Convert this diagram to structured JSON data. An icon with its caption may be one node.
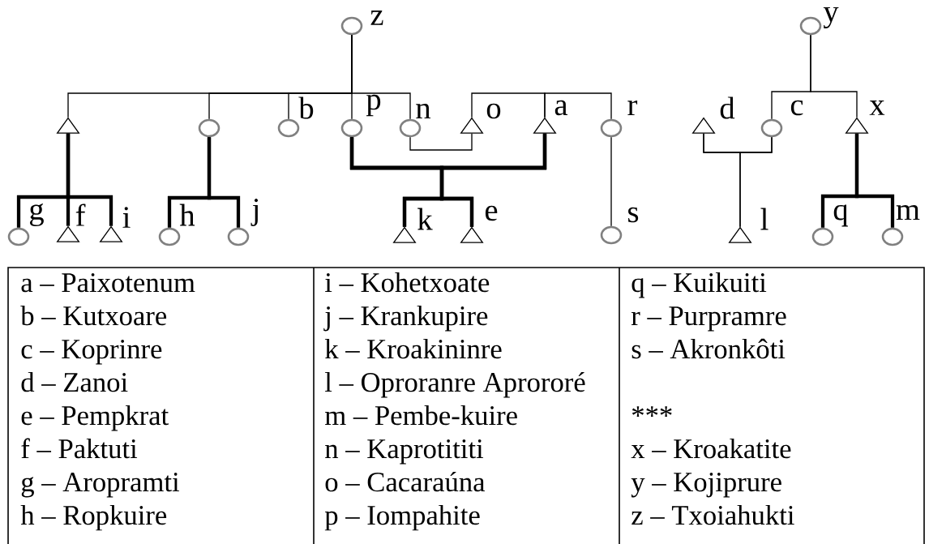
{
  "diagram": {
    "nodes": [
      {
        "text": [],
        "shape": "circle",
        "beside": [
          "z"
        ]
      },
      {
        "text": [],
        "shape": "circle",
        "beside": [
          "y"
        ]
      },
      {
        "text": [],
        "shape": "triangle"
      },
      {
        "text": [],
        "shape": "circle"
      },
      {
        "text": [],
        "shape": "circle",
        "beside": [
          "b"
        ]
      },
      {
        "text": [],
        "shape": "circle",
        "beside": [
          "p"
        ]
      },
      {
        "text": [],
        "shape": "circle",
        "beside": [
          "n"
        ]
      },
      {
        "text": [],
        "shape": "triangle",
        "beside": [
          "o"
        ]
      },
      {
        "text": [],
        "shape": "triangle",
        "beside": [
          "a"
        ]
      },
      {
        "text": [],
        "shape": "circle",
        "beside": [
          "r"
        ]
      },
      {
        "text": [],
        "shape": "triangle",
        "beside": [
          "d"
        ]
      },
      {
        "text": [],
        "shape": "circle",
        "beside": [
          "c"
        ]
      },
      {
        "text": [],
        "shape": "triangle",
        "beside": [
          "x"
        ]
      },
      {
        "text": [],
        "shape": "circle",
        "beside": [
          "g"
        ]
      },
      {
        "text": [],
        "shape": "triangle",
        "beside": [
          "f"
        ]
      },
      {
        "text": [],
        "shape": "triangle",
        "beside": [
          "i"
        ]
      },
      {
        "text": [],
        "shape": "circle",
        "beside": [
          "h"
        ]
      },
      {
        "text": [],
        "shape": "circle",
        "beside": [
          "j"
        ]
      },
      {
        "text": [],
        "shape": "triangle",
        "beside": [
          "k"
        ]
      },
      {
        "text": [],
        "shape": "triangle",
        "beside": [
          "e"
        ]
      },
      {
        "text": [],
        "shape": "circle",
        "beside": [
          "s"
        ]
      },
      {
        "text": [],
        "shape": "triangle",
        "beside": [
          "l"
        ]
      },
      {
        "text": [],
        "shape": "circle",
        "beside": [
          "q"
        ]
      },
      {
        "text": [],
        "shape": "circle",
        "beside": [
          "m"
        ]
      }
    ],
    "edges": [
      {
        "from": 0,
        "to": 2,
        "arrow": "none"
      },
      {
        "from": 0,
        "to": 3,
        "arrow": "none"
      },
      {
        "from": 0,
        "to": 4,
        "arrow": "none"
      },
      {
        "from": 0,
        "to": 5,
        "arrow": "none"
      },
      {
        "from": 0,
        "to": 6,
        "arrow": "none"
      },
      {
        "from": 7,
        "to": 8,
        "arrow": "none"
      },
      {
        "from": 8,
        "to": 9,
        "arrow": "none"
      },
      {
        "from": 6,
        "to": 7,
        "arrow": "none"
      },
      {
        "from": 5,
        "to": 8,
        "arrow": "none",
        "style": "thick"
      },
      {
        "from": 5,
        "to": 18,
        "arrow": "none",
        "style": "thick"
      },
      {
        "from": 5,
        "to": 19,
        "arrow": "none",
        "style": "thick"
      },
      {
        "from": 8,
        "to": 18,
        "arrow": "none",
        "style": "thick"
      },
      {
        "from": 8,
        "to": 19,
        "arrow": "none",
        "style": "thick"
      },
      {
        "from": 9,
        "to": 20,
        "arrow": "none"
      },
      {
        "from": 2,
        "to": 13,
        "arrow": "none",
        "style": "thick"
      },
      {
        "from": 2,
        "to": 14,
        "arrow": "none",
        "style": "thick"
      },
      {
        "from": 2,
        "to": 15,
        "arrow": "none",
        "style": "thick"
      },
      {
        "from": 3,
        "to": 16,
        "arrow": "none",
        "style": "thick"
      },
      {
        "from": 3,
        "to": 17,
        "arrow": "none",
        "style": "thick"
      },
      {
        "from": 1,
        "to": 11,
        "arrow": "none"
      },
      {
        "from": 1,
        "to": 12,
        "arrow": "none"
      },
      {
        "from": 10,
        "to": 11,
        "arrow": "none"
      },
      {
        "from": 10,
        "to": 21,
        "arrow": "none"
      },
      {
        "from": 11,
        "to": 21,
        "arrow": "none"
      },
      {
        "from": 12,
        "to": 22,
        "arrow": "none",
        "style": "thick"
      },
      {
        "from": 12,
        "to": 23,
        "arrow": "none",
        "style": "thick"
      }
    ],
    "labels": [
      "a – Paixotenum",
      "i – Kohetxoate",
      "q – Kuikuiti",
      "b – Kutxoare",
      "j – Krankupire",
      "r – Purpramre",
      "c – Koprinre",
      "k – Kroakininre",
      "s – Akronkôti",
      "d – Zanoi",
      "l – Oproranre Aprororé",
      "e – Pempkrat",
      "m – Pembe-kuire",
      "***",
      "f – Paktuti",
      "n – Kaprotititi",
      "x – Kroakatite",
      "g – Aropramti",
      "o – Cacaraúna",
      "y – Kojiprure",
      "h – Ropkuire",
      "p – Iompahite",
      "z – Txoiahukti"
    ]
  }
}
